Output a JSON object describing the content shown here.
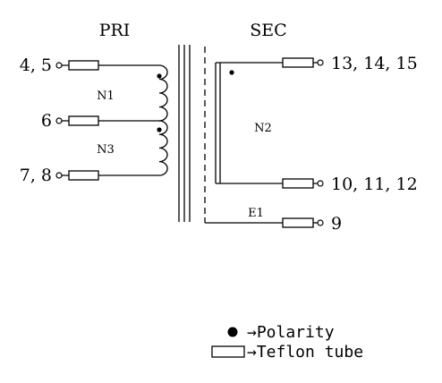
{
  "diagram": {
    "headers": {
      "primary": "PRI",
      "secondary": "SEC"
    },
    "pins": {
      "p45": "4, 5",
      "p6": "6",
      "p78": "7, 8",
      "p131415": "13, 14, 15",
      "p101112": "10, 11, 12",
      "p9": "9"
    },
    "windings": {
      "n1": "N1",
      "n2": "N2",
      "n3": "N3",
      "e1": "E1"
    }
  },
  "legend": {
    "polarity": "→Polarity",
    "teflon": "→Teflon tube"
  }
}
